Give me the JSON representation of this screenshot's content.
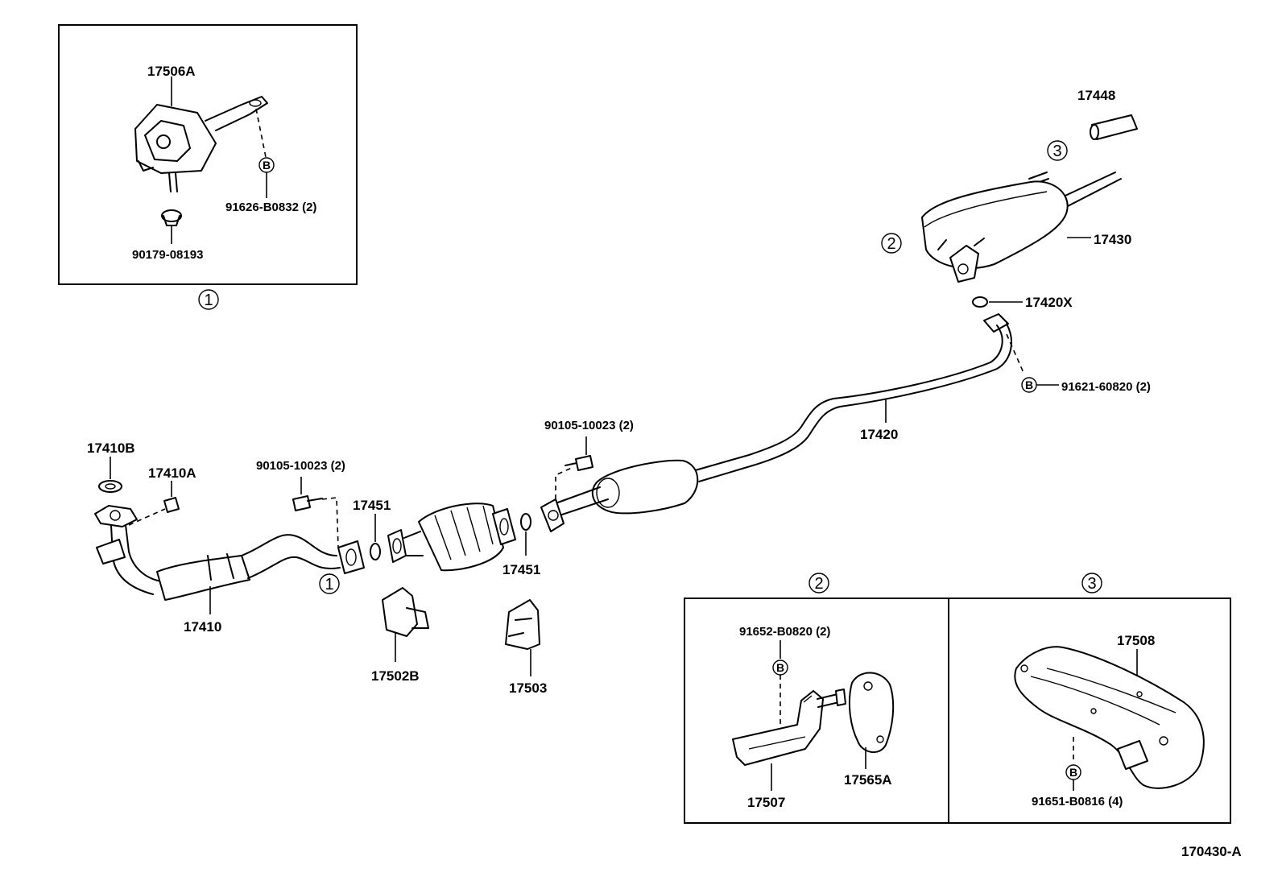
{
  "diagram_code": "170430-A",
  "callouts": {
    "c1": "1",
    "c2": "2",
    "c3": "3",
    "b": "B"
  },
  "parts": {
    "p17506A": "17506A",
    "p91626": "91626-B0832 (2)",
    "p90179": "90179-08193",
    "p17448": "17448",
    "p17430": "17430",
    "p17420X": "17420X",
    "p91621": "91621-60820 (2)",
    "p17420": "17420",
    "p90105_right": "90105-10023 (2)",
    "p90105_left": "90105-10023 (2)",
    "p17410B": "17410B",
    "p17410A": "17410A",
    "p17451_top": "17451",
    "p17451_bottom": "17451",
    "p17410": "17410",
    "p17502B": "17502B",
    "p17503": "17503",
    "p91652": "91652-B0820 (2)",
    "p17507": "17507",
    "p17565A": "17565A",
    "p17508": "17508",
    "p91651": "91651-B0816 (4)"
  }
}
